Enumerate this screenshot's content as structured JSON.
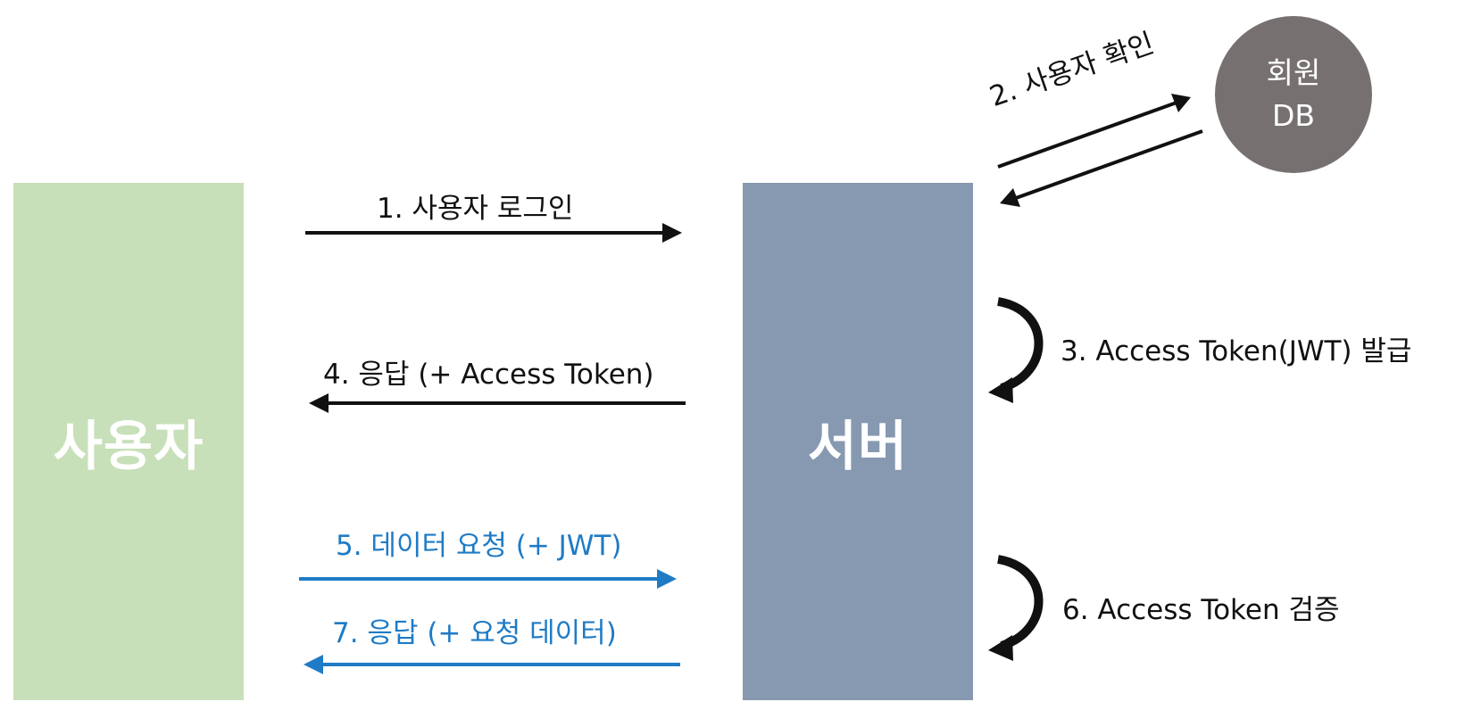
{
  "colors": {
    "user_box": "#c8e0b9",
    "server_box": "#8799b0",
    "db_circle": "#767170",
    "primary_flow": "#111111",
    "secondary_flow": "#1f7bc5"
  },
  "actors": {
    "user": "사용자",
    "server": "서버",
    "db_line1": "회원",
    "db_line2": "DB"
  },
  "steps": [
    {
      "label": "1. 사용자 로그인"
    },
    {
      "label": "2. 사용자 확인"
    },
    {
      "label": "3. Access Token(JWT) 발급"
    },
    {
      "label": "4. 응답 (+ Access Token)"
    },
    {
      "label": "5. 데이터 요청 (+ JWT)"
    },
    {
      "label": "6. Access Token 검증"
    },
    {
      "label": "7. 응답 (+ 요청 데이터)"
    }
  ]
}
